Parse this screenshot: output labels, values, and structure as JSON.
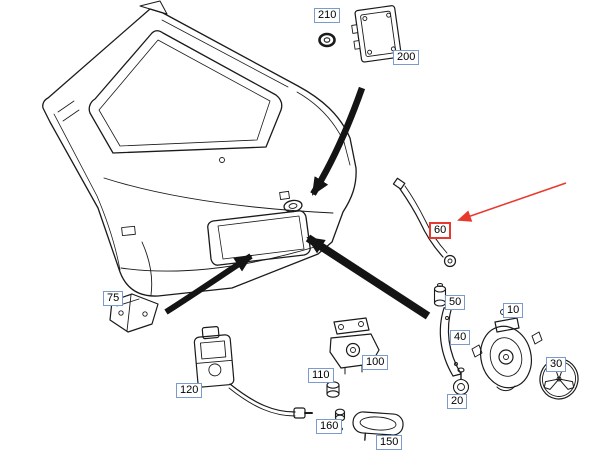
{
  "diagram": {
    "kind": "exploded-parts-diagram",
    "colors": {
      "background": "#ffffff",
      "line": "#1a1a1a",
      "accent_red": "#e8392e",
      "label_border": "#7b9bcd"
    },
    "labels": [
      {
        "id": "210",
        "highlight": false
      },
      {
        "id": "200",
        "highlight": false
      },
      {
        "id": "60",
        "highlight": true
      },
      {
        "id": "75",
        "highlight": false
      },
      {
        "id": "120",
        "highlight": false
      },
      {
        "id": "110",
        "highlight": false
      },
      {
        "id": "100",
        "highlight": false
      },
      {
        "id": "160",
        "highlight": false
      },
      {
        "id": "150",
        "highlight": false
      },
      {
        "id": "50",
        "highlight": false
      },
      {
        "id": "40",
        "highlight": false
      },
      {
        "id": "10",
        "highlight": false
      },
      {
        "id": "20",
        "highlight": false
      },
      {
        "id": "30",
        "highlight": false
      }
    ],
    "pointers": [
      {
        "name": "black-pointer-arrow",
        "count": 3,
        "color": "#1a1a1a"
      },
      {
        "name": "red-pointer-arrow",
        "count": 1,
        "color": "#e8392e"
      }
    ]
  }
}
